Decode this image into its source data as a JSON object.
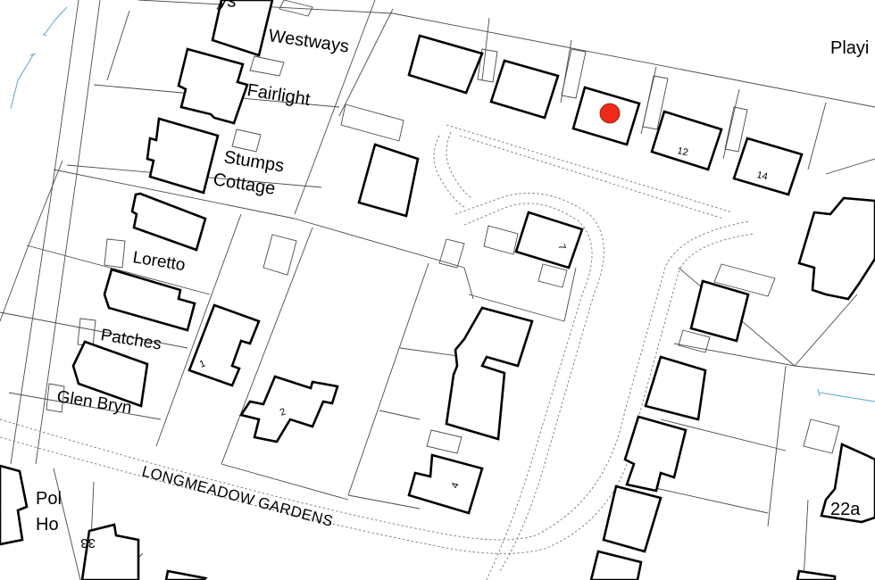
{
  "map": {
    "labels": {
      "westways": "Westways",
      "westways_top": "ys",
      "fairlight": "Fairlight",
      "stumps_line1": "Stumps",
      "stumps_line2": "Cottage",
      "loretto": "Loretto",
      "patches": "Patches",
      "glen_bryn": "Glen Bryn",
      "pol_line1": "Pol",
      "pol_line2": "Ho",
      "playing": "Playi",
      "street": "LONGMEADOW GARDENS"
    },
    "house_numbers": {
      "n1": "1",
      "n2": "2",
      "n4": "4",
      "n7": "7",
      "n12": "12",
      "n14": "14",
      "n22a": "22a",
      "n33": "33"
    },
    "marker": {
      "color": "#ee2a1b",
      "icon": "location-marker-dot"
    },
    "colors": {
      "buildings": "#000000",
      "water": "#5aa7d6",
      "road_edge": "#777777"
    }
  }
}
